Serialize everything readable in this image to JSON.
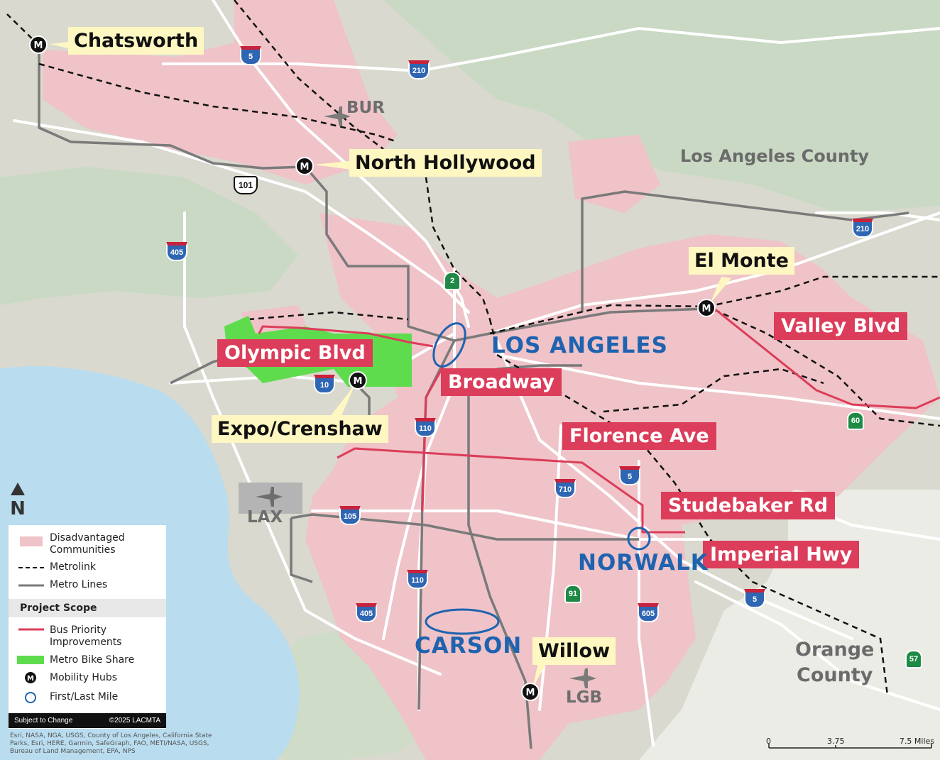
{
  "hubs": {
    "chatsworth": "Chatsworth",
    "north_hollywood": "North Hollywood",
    "el_monte": "El Monte",
    "expo_crenshaw": "Expo/Crenshaw",
    "willow": "Willow"
  },
  "projects": {
    "olympic": "Olympic Blvd",
    "broadway": "Broadway",
    "valley": "Valley Blvd",
    "florence": "Florence Ave",
    "studebaker": "Studebaker Rd",
    "imperial": "Imperial Hwy"
  },
  "cities": {
    "los_angeles": "LOS ANGELES",
    "norwalk": "NORWALK",
    "carson": "CARSON"
  },
  "airports": {
    "bur": "BUR",
    "lax": "LAX",
    "lgb": "LGB"
  },
  "regions": {
    "la_county": "Los Angeles County",
    "orange_line1": "Orange",
    "orange_line2": "County"
  },
  "shields": {
    "i5_north": "5",
    "i210_west": "210",
    "us101": "101",
    "i405_north": "405",
    "sr2": "2",
    "i210_east": "210",
    "i10": "10",
    "i110_north": "110",
    "sr60": "60",
    "i5_mid": "5",
    "i710": "710",
    "i105": "105",
    "i110_south": "110",
    "sr91": "91",
    "i405_south": "405",
    "i605": "605",
    "i5_south": "5",
    "sr57": "57"
  },
  "north_label": "N",
  "hub_marker_letter": "M",
  "legend": {
    "disadvantaged": "Disadvantaged Communities",
    "disadvantaged_l1": "Disadvantaged",
    "disadvantaged_l2": "Communities",
    "metrolink": "Metrolink",
    "metro_lines": "Metro Lines",
    "project_scope": "Project Scope",
    "bus_priority_l1": "Bus Priority",
    "bus_priority_l2": "Improvements",
    "bike_share": "Metro Bike Share",
    "mobility_hubs": "Mobility Hubs",
    "first_last": "First/Last Mile",
    "subject_to_change": "Subject to Change",
    "copyright": "©2025 LACMTA"
  },
  "credits": "Esri, NASA, NGA, USGS, County of Los Angeles, California State Parks, Esri, HERE, Garmin, SafeGraph, FAO, METI/NASA, USGS, Bureau of Land Management, EPA, NPS",
  "scale": {
    "zero": "0",
    "mid": "3.75",
    "end": "7.5 Miles"
  },
  "colors": {
    "land": "#d9d9cf",
    "hills": "#c9d9c4",
    "ocean": "#b9dcef",
    "disadvantaged": "#efc3c8",
    "bus_priority": "#dc3d5a",
    "bike_share": "#5fdc4e",
    "first_last": "#1f63b0",
    "metro": "#7a7a7a",
    "hub_label_bg": "#fff7c2"
  }
}
